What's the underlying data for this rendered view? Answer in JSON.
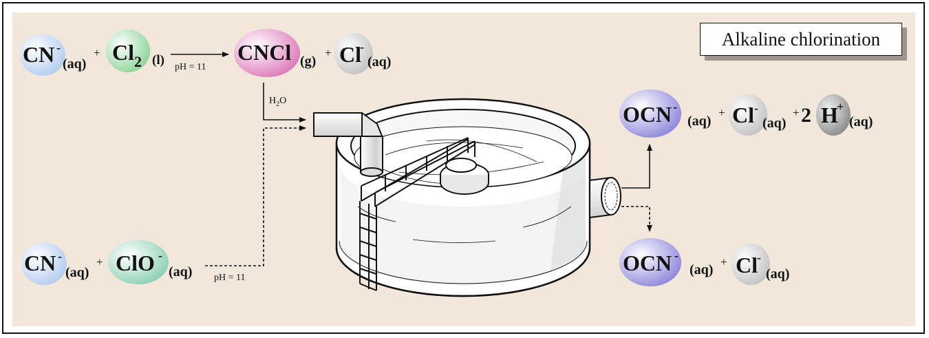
{
  "title": "Alkaline chlorination",
  "reaction1": {
    "r1": "CN",
    "r1_charge": "-",
    "r1_state": "(aq)",
    "plus1": "+",
    "r2": "Cl",
    "r2_sub": "2",
    "r2_state": "(l)",
    "condition": "pH = 11",
    "p1": "CNCl",
    "p1_state": "(g)",
    "plus2": "+",
    "p2": "Cl",
    "p2_charge": "-",
    "p2_state": "(aq)"
  },
  "hydrolysis": {
    "reagent": "H",
    "reagent_sub": "2",
    "reagent_rest": "O"
  },
  "reaction2": {
    "r1": "CN",
    "r1_charge": "-",
    "r1_state": "(aq)",
    "plus1": "+",
    "r2": "ClO",
    "r2_charge": "-",
    "r2_state": "(aq)",
    "condition": "pH = 11"
  },
  "product_top": {
    "s1": "OCN",
    "s1_charge": "-",
    "s1_state": "(aq)",
    "plus1": "+",
    "s2": "Cl",
    "s2_charge": "-",
    "s2_state": "(aq)",
    "plus2": "+",
    "coef": "2",
    "s3": "H",
    "s3_charge": "+",
    "s3_state": "(aq)"
  },
  "product_bottom": {
    "s1": "OCN",
    "s1_charge": "-",
    "s1_state": "(aq)",
    "plus1": "+",
    "s2": "Cl",
    "s2_charge": "-",
    "s2_state": "(aq)"
  },
  "colors": {
    "cyanide": "#c7d9f3",
    "chlorine": "#a9ddb0",
    "cyanogen_chloride": "#e79ac9",
    "chloride": "#d3d3d3",
    "hypochlorite": "#a6dcc7",
    "cyanate": "#a9a3e4",
    "hydrogen": "#a8a8a8",
    "background": "#f1e8db"
  }
}
